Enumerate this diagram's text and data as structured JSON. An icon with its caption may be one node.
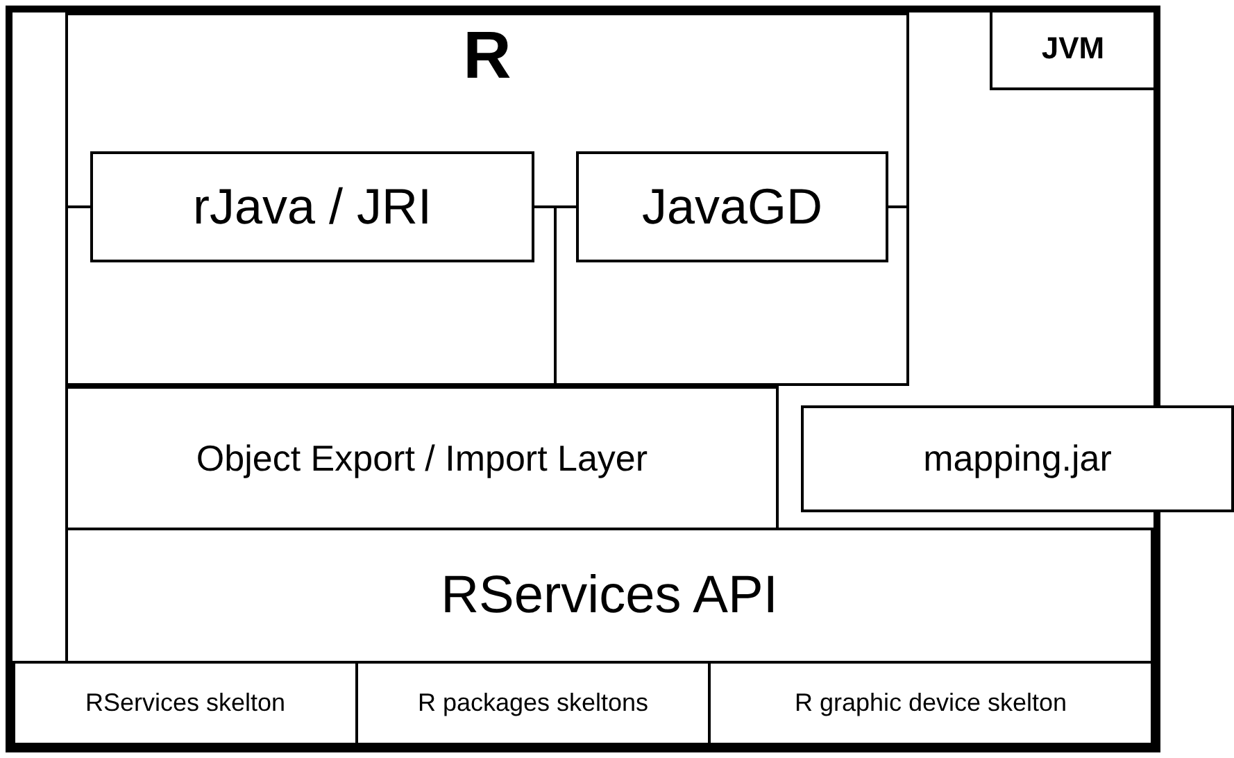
{
  "diagram": {
    "nodes": [
      {
        "text": [
          "JVM"
        ]
      },
      {
        "text": [
          "R"
        ],
        "in": 0
      },
      {
        "text": [
          "rJava / JRI"
        ],
        "in": 1
      },
      {
        "text": [
          "JavaGD"
        ],
        "in": 1
      },
      {
        "text": [
          "Object Export / Import Layer"
        ],
        "in": 0
      },
      {
        "text": [
          "mapping.jar"
        ]
      },
      {
        "text": [
          "RServices API"
        ],
        "in": 0
      },
      {
        "text": [
          "RServices skelton"
        ],
        "in": 0
      },
      {
        "text": [
          "R packages skeltons"
        ],
        "in": 0
      },
      {
        "text": [
          "R graphic device skelton"
        ],
        "in": 0
      }
    ],
    "edges": [
      {
        "from": 2,
        "to": 3,
        "arrow": "none"
      },
      {
        "from": 2,
        "to": 4,
        "arrow": "none"
      },
      {
        "from": 3,
        "to": 4,
        "arrow": "none"
      }
    ]
  }
}
